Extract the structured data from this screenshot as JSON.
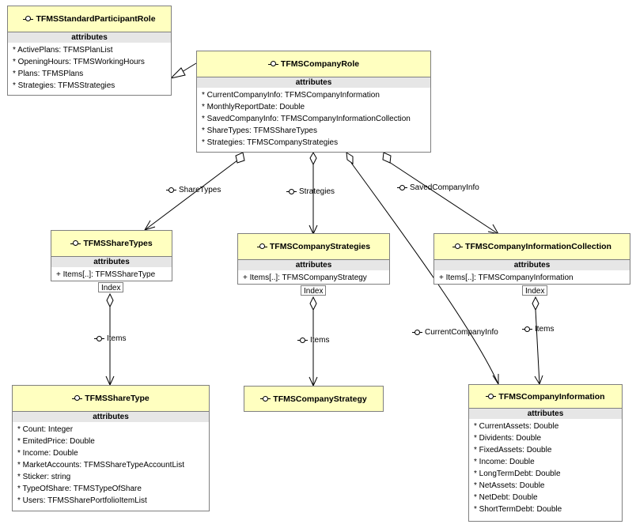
{
  "section_label": "attributes",
  "classes": {
    "standard_participant_role": {
      "name": "TFMSStandardParticipantRole",
      "attributes": [
        "* ActivePlans: TFMSPlanList",
        "* OpeningHours: TFMSWorkingHours",
        "* Plans: TFMSPlans",
        "* Strategies: TFMSStrategies"
      ]
    },
    "company_role": {
      "name": "TFMSCompanyRole",
      "attributes": [
        "* CurrentCompanyInfo: TFMSCompanyInformation",
        "* MonthlyReportDate: Double",
        "* SavedCompanyInfo: TFMSCompanyInformationCollection",
        "* ShareTypes: TFMSShareTypes",
        "* Strategies: TFMSCompanyStrategies"
      ]
    },
    "share_types": {
      "name": "TFMSShareTypes",
      "attributes": [
        "+ Items[..]: TFMSShareType"
      ]
    },
    "company_strategies": {
      "name": "TFMSCompanyStrategies",
      "attributes": [
        "+ Items[..]: TFMSCompanyStrategy"
      ]
    },
    "company_information_collection": {
      "name": "TFMSCompanyInformationCollection",
      "attributes": [
        "+ Items[..]: TFMSCompanyInformation"
      ]
    },
    "share_type": {
      "name": "TFMSShareType",
      "attributes": [
        "* Count: Integer",
        "* EmitedPrice: Double",
        "* Income: Double",
        "* MarketAccounts: TFMSShareTypeAccountList",
        "* Sticker: string",
        "* TypeOfShare: TFMSTypeOfShare",
        "* Users: TFMSSharePortfolioItemList"
      ]
    },
    "company_strategy": {
      "name": "TFMSCompanyStrategy"
    },
    "company_information": {
      "name": "TFMSCompanyInformation",
      "attributes": [
        "* CurrentAssets: Double",
        "* Dividents: Double",
        "* FixedAssets: Double",
        "* Income: Double",
        "* LongTermDebt: Double",
        "* NetAssets: Double",
        "* NetDebt: Double",
        "* ShortTermDebt: Double"
      ]
    }
  },
  "associations": {
    "share_types": "ShareTypes",
    "strategies": "Strategies",
    "saved_company_info": "SavedCompanyInfo",
    "current_company_info": "CurrentCompanyInfo",
    "items_share_type": "Items",
    "items_company_strategy": "Items",
    "items_company_information": "Items"
  },
  "qualifier": "Index"
}
